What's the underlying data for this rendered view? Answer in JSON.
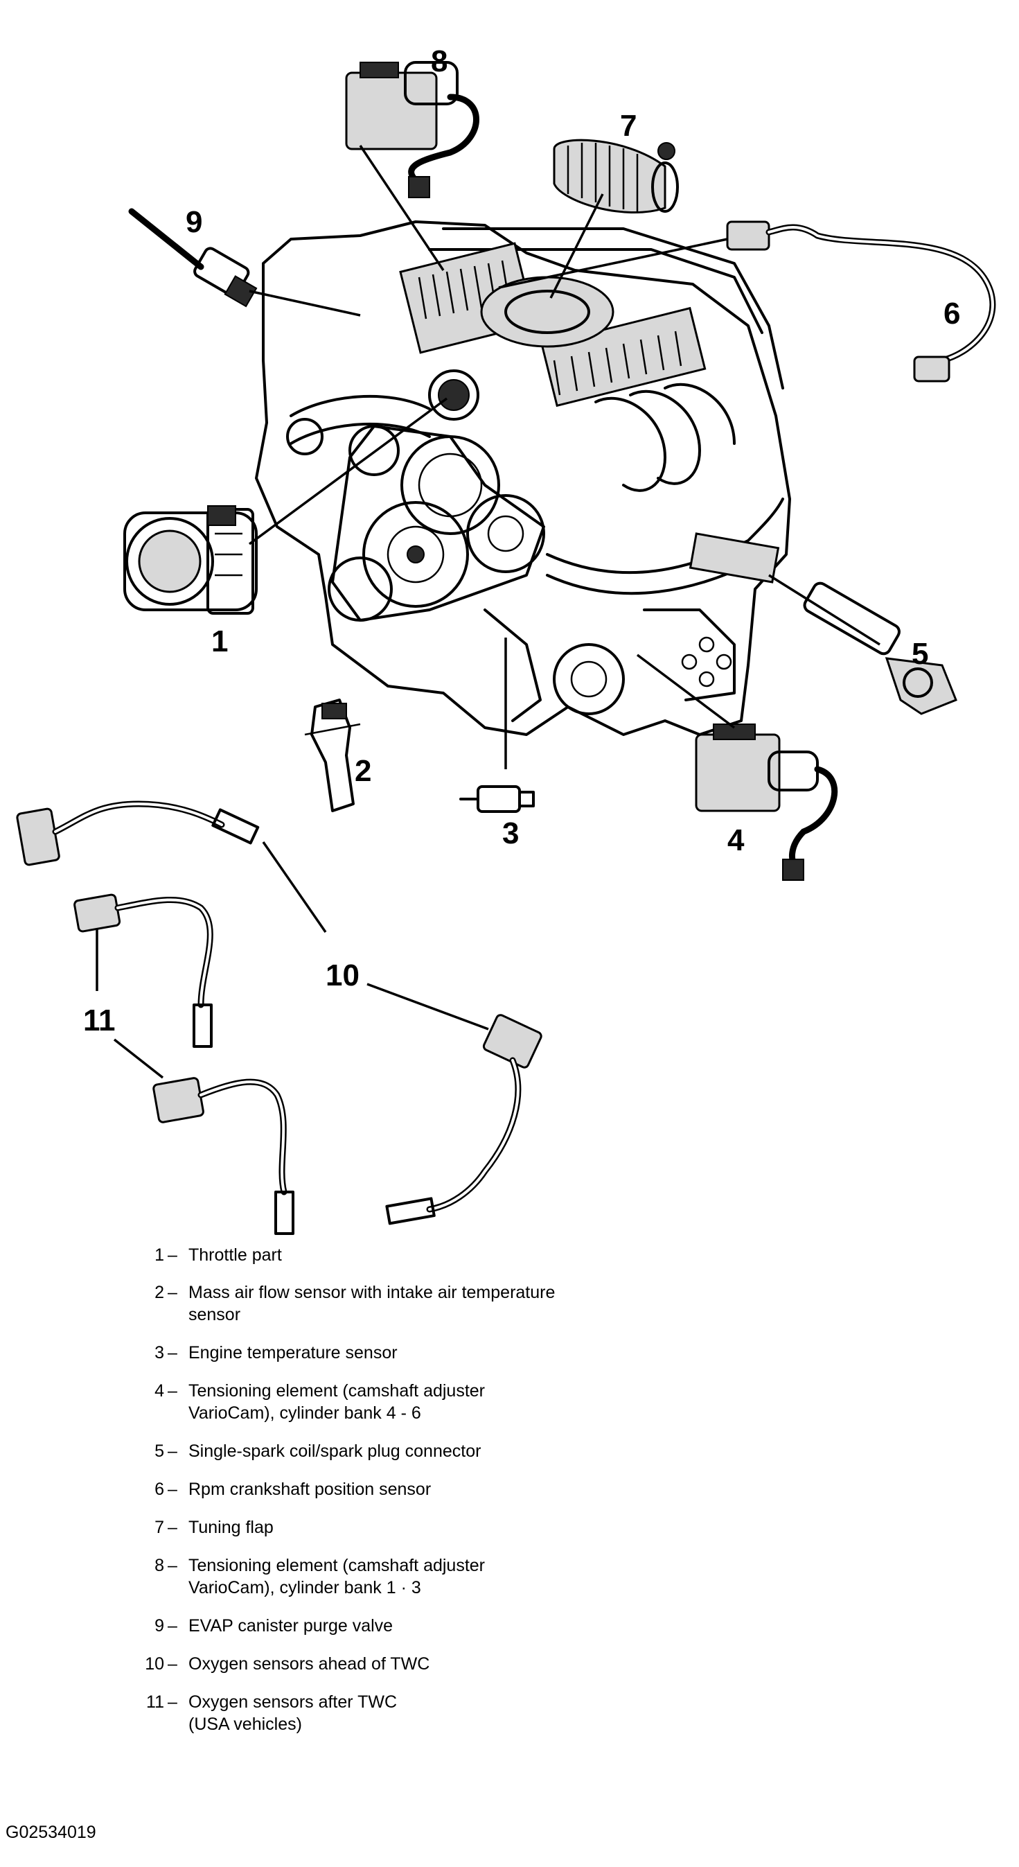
{
  "callouts": [
    "1",
    "2",
    "3",
    "4",
    "5",
    "6",
    "7",
    "8",
    "9",
    "10",
    "11"
  ],
  "legend": [
    {
      "num": "1",
      "text": "Throttle part"
    },
    {
      "num": "2",
      "text": "Mass air flow sensor with intake air temperature sensor"
    },
    {
      "num": "3",
      "text": "Engine temperature sensor"
    },
    {
      "num": "4",
      "text": "Tensioning element (camshaft adjuster VarioCam), cylinder bank 4 - 6"
    },
    {
      "num": "5",
      "text": "Single-spark coil/spark plug connector"
    },
    {
      "num": "6",
      "text": "Rpm crankshaft position sensor"
    },
    {
      "num": "7",
      "text": "Tuning flap"
    },
    {
      "num": "8",
      "text": "Tensioning element (camshaft adjuster VarioCam), cylinder bank 1 · 3"
    },
    {
      "num": "9",
      "text": "EVAP canister purge valve"
    },
    {
      "num": "10",
      "text": "Oxygen sensors ahead of TWC"
    },
    {
      "num": "11",
      "text": "Oxygen sensors after TWC (USA vehicles)"
    }
  ],
  "legend_dash": "–",
  "figure_id": "G02534019"
}
